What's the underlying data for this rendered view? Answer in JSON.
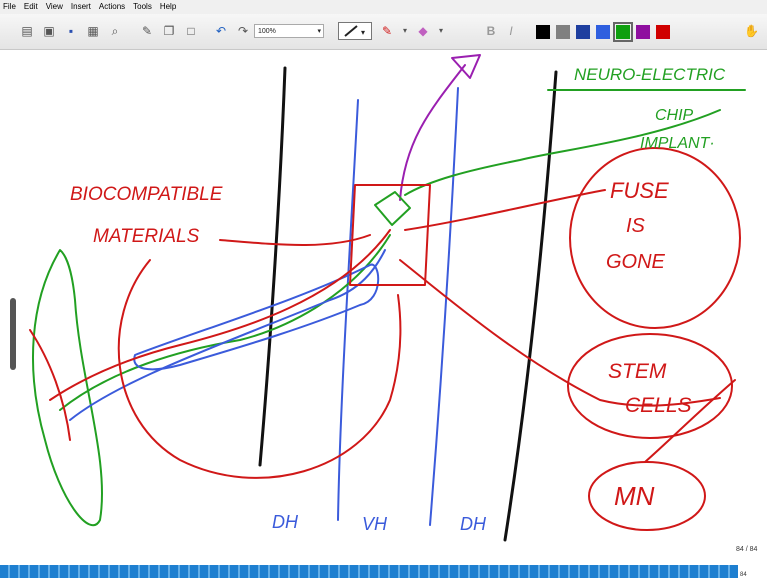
{
  "menu": [
    "File",
    "Edit",
    "View",
    "Insert",
    "Actions",
    "Tools",
    "Help"
  ],
  "toolbar": {
    "zoom_value": "100%",
    "icons": [
      "new-page-icon",
      "open-icon",
      "save-icon",
      "print-icon",
      "find-icon",
      "pen-tool-icon",
      "copy-icon",
      "page-icon",
      "undo-icon",
      "redo-icon"
    ],
    "swatches": [
      "#000000",
      "#808080",
      "#1f3f9f",
      "#2f5fdf",
      "#0f9f0f",
      "#8f0f9f",
      "#d00000"
    ]
  },
  "notes": {
    "neuro": "NEURO-ELECTRIC",
    "chip": "CHIP",
    "implant": "IMPLANT·",
    "bio1": "BIOCOMPATIBLE",
    "bio2": "MATERIALS",
    "fuse1": "FUSE",
    "fuse2": "IS",
    "fuse3": "GONE",
    "stem1": "STEM",
    "stem2": "CELLS",
    "mn": "MN",
    "dh_left": "DH",
    "vh": "VH",
    "dh_right": "DH"
  },
  "page": {
    "indicator": "84 / 84",
    "sub": "84"
  },
  "colors": {
    "red": "#d01818",
    "green": "#22a022",
    "blue": "#3b5bdb",
    "purple": "#9a1fb0",
    "black": "#111111"
  }
}
